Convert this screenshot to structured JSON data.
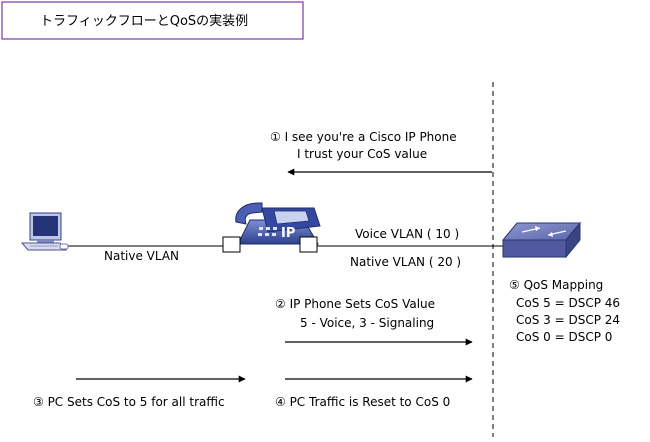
{
  "title": "トラフィックフローとQoSの実装例",
  "step1": {
    "line1": "①  I see you're a Cisco IP Phone",
    "line2": "I trust your  CoS  value"
  },
  "voice_vlan": "Voice VLAN ( 10 )",
  "native_vlan_right": "Native VLAN ( 20 )",
  "native_vlan_left": "Native VLAN",
  "phone_badge": "IP",
  "step5": {
    "heading": "⑤   QoS Mapping",
    "rows": [
      "CoS 5  =  DSCP 46",
      "CoS 3  =  DSCP 24",
      "CoS 0  =  DSCP 0"
    ]
  },
  "step2": {
    "line1": "②   IP Phone Sets CoS Value",
    "line2": "5 -  Voice,  3 - Signaling"
  },
  "step3": "③   PC Sets CoS to 5 for all traffic",
  "step4": "④   PC Traffic is Reset to CoS 0",
  "colors": {
    "title_border": "#7b3aa6",
    "switch": "#5864a8",
    "phone": "#3e52a4"
  },
  "icons": [
    "pc-icon",
    "ip-phone-icon",
    "switch-icon"
  ]
}
